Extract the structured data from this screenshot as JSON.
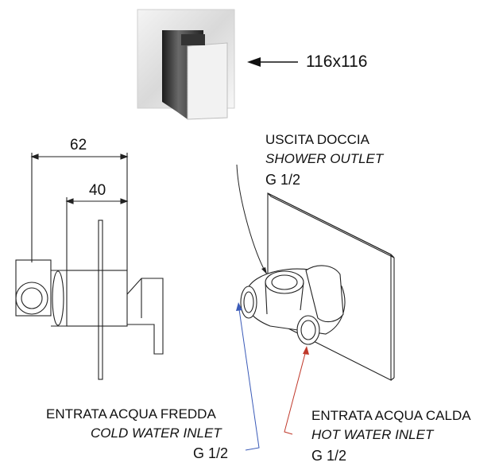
{
  "faceplate": {
    "size_label": "116x116"
  },
  "dimensions": {
    "overall_depth": "62",
    "body_depth": "40"
  },
  "outlet": {
    "label_it": "USCITA DOCCIA",
    "label_en": "SHOWER OUTLET",
    "thread": "G 1/2"
  },
  "cold_inlet": {
    "label_it": "ENTRATA ACQUA FREDDA",
    "label_en": "COLD WATER INLET",
    "thread": "G 1/2",
    "arrow_color": "#3b5bb8"
  },
  "hot_inlet": {
    "label_it": "ENTRATA ACQUA CALDA",
    "label_en": "HOT WATER INLET",
    "thread": "G 1/2",
    "arrow_color": "#c0392b"
  }
}
